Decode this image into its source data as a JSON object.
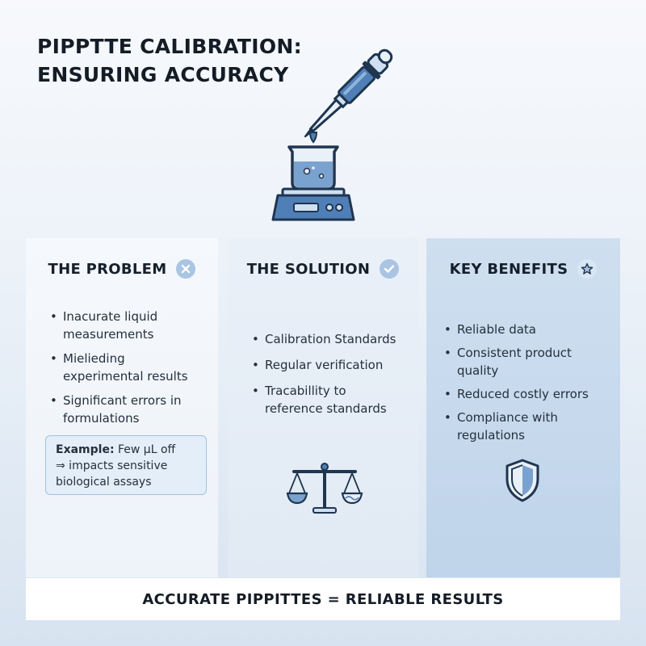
{
  "title": {
    "line1": "PIPPTTE CALIBRATION:",
    "line2": "ENSURING ACCURACY"
  },
  "hero": {
    "icons": [
      "pipette-icon",
      "droplet-icon",
      "beaker-icon",
      "scale-icon"
    ]
  },
  "problem": {
    "title": "THE PROBLEM",
    "icon": "x-circle-icon",
    "items": [
      "Inacurate liquid measurements",
      "Mielieding experimental results",
      "Significant errors in formulations"
    ],
    "example": {
      "label": "Example:",
      "text_1": "Few µL off",
      "text_2": "⇒ impacts sensitive biological assays"
    }
  },
  "solution": {
    "title": "THE SOLUTION",
    "icon": "check-circle-icon",
    "items": [
      "Calibration Standards",
      "Regular verification",
      "Tracabillity to reference standards"
    ],
    "illustration": "balance-scale-icon"
  },
  "benefits": {
    "title": "KEY BENEFITS",
    "icon": "star-icon",
    "items": [
      "Reliable data",
      "Consistent product quality",
      "Reduced costly errors",
      "Compliance with regulations"
    ],
    "illustration": "shield-icon"
  },
  "footer": {
    "text": "ACCURATE PIPPITTES = RELIABLE RESULTS"
  },
  "colors": {
    "accent": "#3f6fa8",
    "light_accent": "#a9c5e2",
    "benefits_panel": "#c7daee",
    "text": "#16202c"
  }
}
